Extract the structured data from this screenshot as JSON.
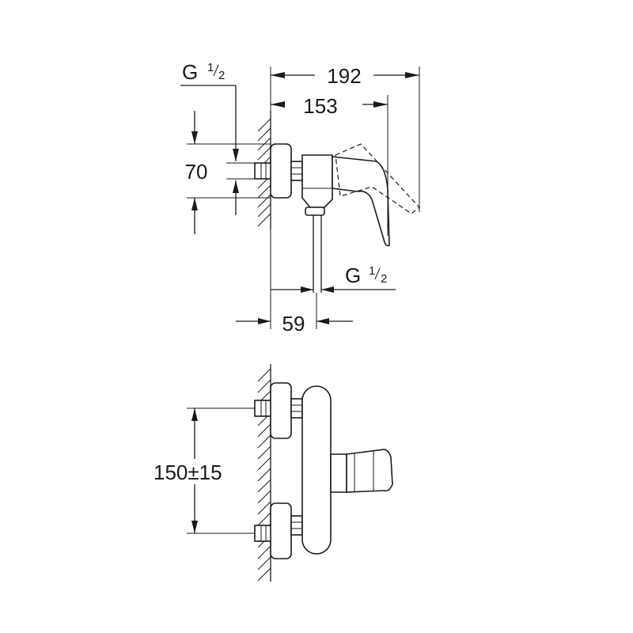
{
  "top_view": {
    "dim_overall_width": "192",
    "dim_lever_width": "153",
    "dim_height": "70",
    "dim_projection": "59",
    "thread_inlet": {
      "prefix": "G ",
      "num": "1",
      "den": "2"
    },
    "thread_outlet": {
      "prefix": "G ",
      "num": "1",
      "den": "2"
    }
  },
  "bottom_view": {
    "dim_centers": "150",
    "dim_tolerance": "±15"
  }
}
